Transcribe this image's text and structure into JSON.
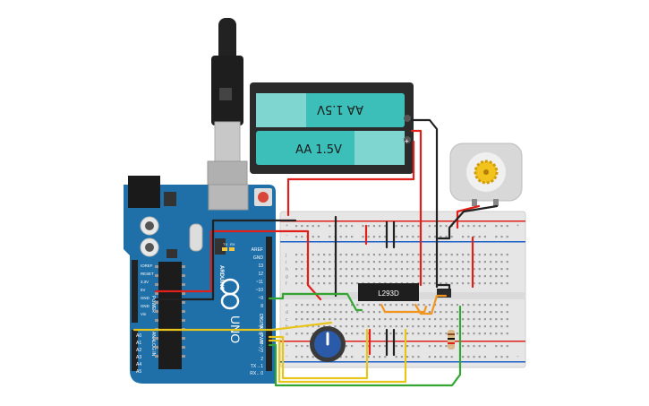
{
  "battery": {
    "top_label": "AA 1.5V",
    "bottom_label": "AA 1.5V",
    "plus_sign": "+"
  },
  "chip": {
    "label": "L293D"
  },
  "arduino": {
    "brand": "ARDUINO",
    "model": "UNO",
    "left_header_labels": [
      "IOREF",
      "RESET",
      "3.3V",
      "5V",
      "GND",
      "GND",
      "Vin"
    ],
    "power_label": "POWER",
    "analog_label": "ANALOG IN",
    "analog_pins": [
      "A0",
      "A1",
      "A2",
      "A3",
      "A4",
      "A5"
    ],
    "right_header_labels": [
      "AREF",
      "GND",
      "13",
      "12",
      "~11",
      "~10",
      "~9",
      "8",
      "7",
      "~6",
      "~5",
      "4",
      "~3",
      "2",
      "TX→1",
      "RX←0"
    ],
    "digital_label": "DIGITAL (PWM~)",
    "tx_label": "TX",
    "rx_label": "RX"
  },
  "breadboard": {
    "row_letters_top": [
      "j",
      "i",
      "h",
      "g",
      "f"
    ],
    "row_letters_bottom": [
      "e",
      "d",
      "c",
      "b",
      "a"
    ],
    "rail_plus": "+",
    "rail_minus": "−"
  },
  "colors": {
    "arduino_board": "#1f6fa8",
    "battery_cell": "#3cbfb8",
    "breadboard": "#e6e6e6",
    "wire_red": "#e0201b",
    "wire_black": "#222222",
    "wire_green": "#33a532",
    "wire_yellow": "#e8c51b",
    "wire_orange": "#f0951f",
    "potentiometer": "#2a5aa8",
    "motor_gear": "#f2c21d"
  }
}
